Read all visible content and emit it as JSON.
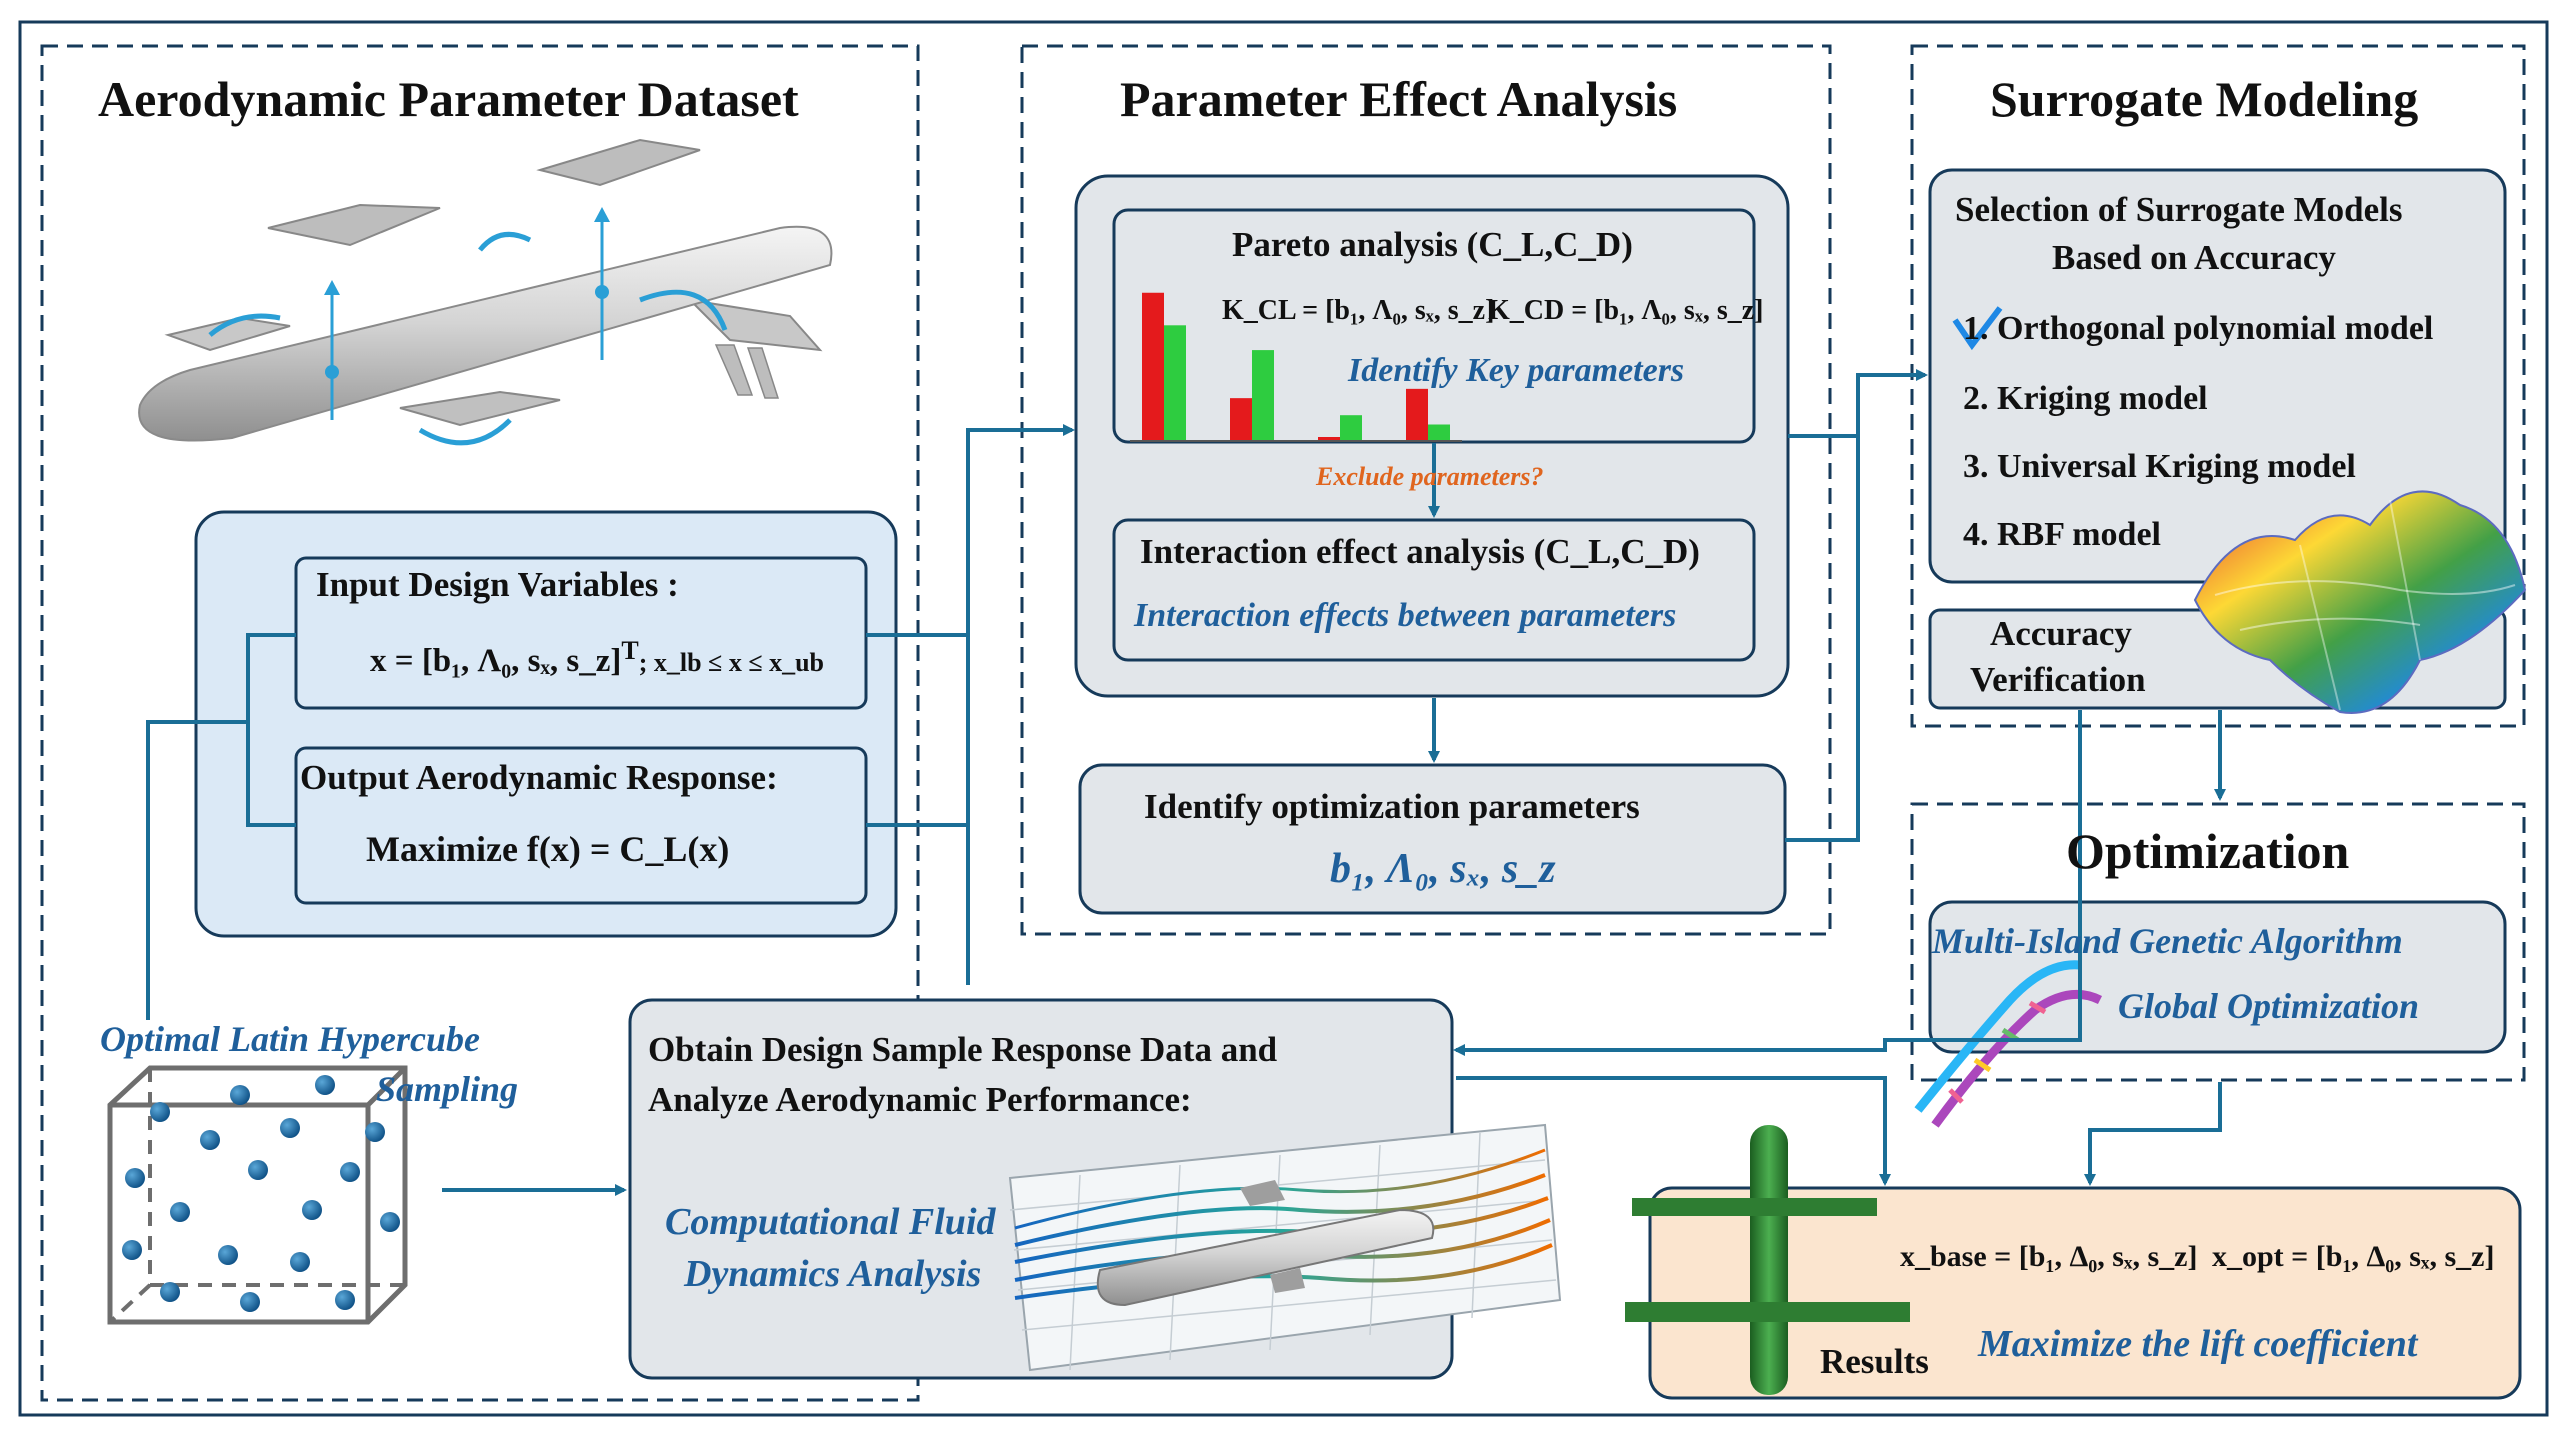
{
  "sections": {
    "dataset": {
      "title": "Aerodynamic Parameter Dataset",
      "input_title": "Input Design Variables :",
      "input_formula_prefix": "x =",
      "input_formula_vars": "[b₁, Λ₀, sₓ, s_z]",
      "input_formula_sup": "T",
      "input_formula_sub": "; x_lb ≤ x ≤ x_ub",
      "output_title": "Output Aerodynamic Response:",
      "output_formula": "Maximize f(x) = C_L(x)",
      "sampling_line1": "Optimal Latin Hypercube",
      "sampling_line2": "Sampling"
    },
    "effect": {
      "title": "Parameter Effect Analysis",
      "pareto_title": "Pareto analysis (C_L,C_D)",
      "pareto_formula_left": "K_CL = [b₁, Λ₀, sₓ, s_z]",
      "pareto_formula_right": "K_CD = [b₁, Λ₀, sₓ, s_z]",
      "pareto_key": "Identify Key parameters",
      "exclude_question": "Exclude parameters?",
      "interaction_title": "Interaction effect analysis (C_L,C_D)",
      "interaction_sub": "Interaction effects between parameters",
      "identify_title": "Identify optimization parameters",
      "identify_vars": "b₁, Λ₀, sₓ, s_z"
    },
    "surrogate": {
      "title": "Surrogate Modeling",
      "selection_line1": "Selection of Surrogate Models",
      "selection_line2": "Based on Accuracy",
      "models": [
        "1. Orthogonal polynomial model",
        "2. Kriging model",
        "3. Universal Kriging model",
        "4. RBF model"
      ],
      "accuracy_line1": "Accuracy",
      "accuracy_line2": "Verification"
    },
    "optimization": {
      "title": "Optimization",
      "algo_line1": "Multi-Island Genetic Algorithm",
      "algo_line2": "Global Optimization"
    },
    "cfd": {
      "title_line1": "Obtain Design Sample Response Data and",
      "title_line2": "Analyze Aerodynamic Performance:",
      "sub_line1": "Computational Fluid",
      "sub_line2": "Dynamics Analysis"
    },
    "results": {
      "x_base": "x_base = [b₁, Δ₀, sₓ, s_z]",
      "x_opt": "x_opt = [b₁, Δ₀, sₓ, s_z]",
      "label": "Results",
      "objective": "Maximize the lift coefficient"
    }
  },
  "pareto_chart": {
    "type": "bar",
    "series": [
      {
        "values": [
          0.95,
          0.27,
          0.01,
          0.33
        ],
        "color": "#e41a1c"
      },
      {
        "values": [
          0.74,
          0.58,
          0.16,
          0.1
        ],
        "color": "#2ecc40"
      }
    ]
  },
  "colors": {
    "border": "#163a5a",
    "connector": "#1a6e96",
    "panel_blue": "#dbe9f6",
    "panel_gray": "#e2e6ea",
    "panel_orange": "#fbe5cf",
    "accent_text": "#1f5f9b"
  }
}
